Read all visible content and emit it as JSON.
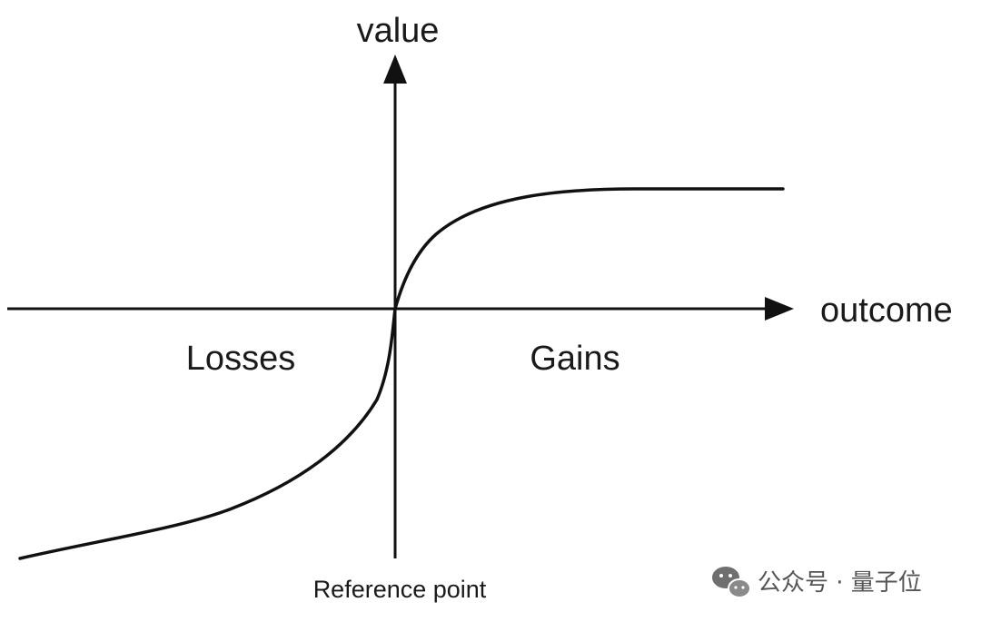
{
  "diagram": {
    "y_axis_label": "value",
    "x_axis_label": "outcome",
    "left_region_label": "Losses",
    "right_region_label": "Gains",
    "origin_label": "Reference point",
    "line_color": "#111111"
  },
  "watermark": {
    "icon": "wechat-icon",
    "text": "公众号 · 量子位"
  }
}
